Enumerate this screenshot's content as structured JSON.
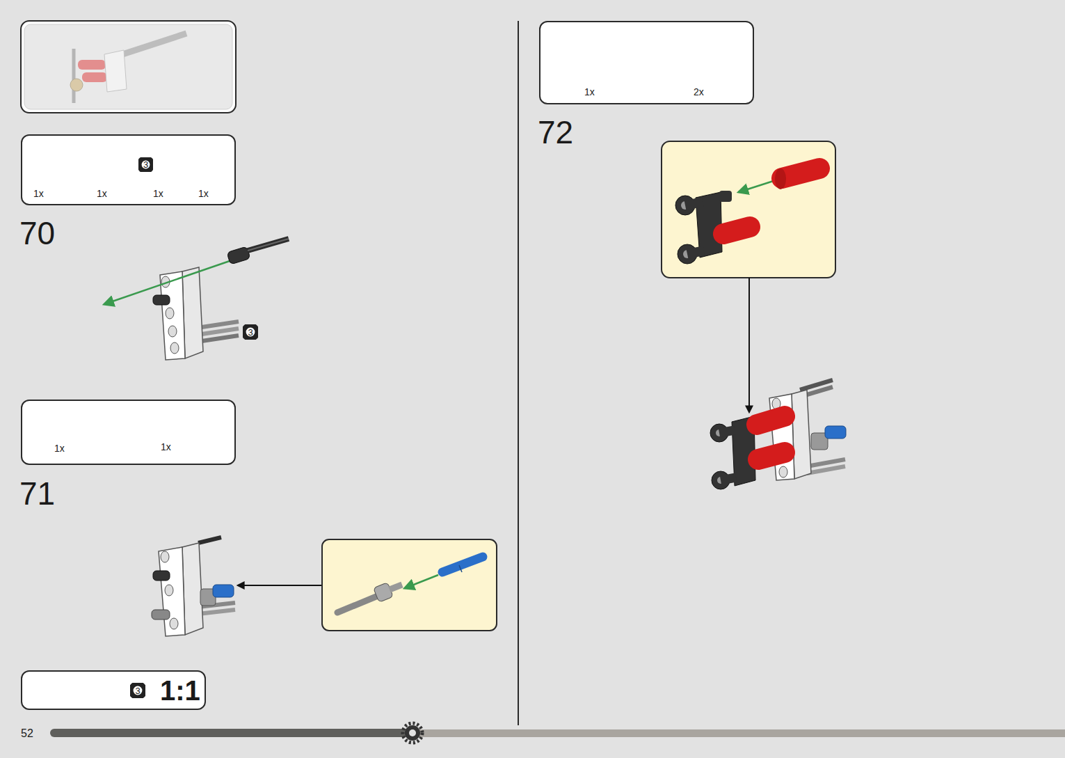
{
  "diagram": {
    "nodes": [
      {
        "text": [
          "1x",
          "1x",
          "1x",
          "1x"
        ]
      },
      {
        "text": [
          "3"
        ],
        "in": 0
      },
      {
        "text": [
          "3"
        ]
      },
      {
        "text": [
          "1x",
          "1x"
        ]
      },
      {
        "text": [
          "1:1"
        ]
      },
      {
        "text": [
          "3"
        ],
        "in": 4
      },
      {
        "text": [
          "1x",
          "2x"
        ]
      }
    ],
    "labels": [
      "70",
      "71",
      "72",
      "52"
    ]
  }
}
